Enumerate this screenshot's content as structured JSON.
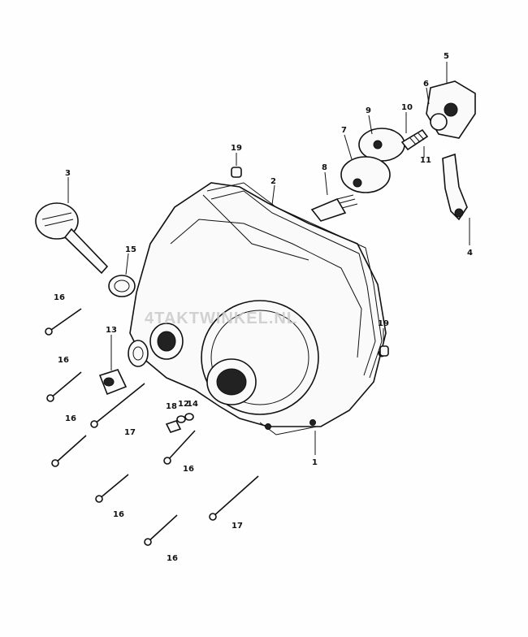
{
  "watermark": "4TAKTWINKEL.NL",
  "callouts": {
    "c1": "1",
    "c2": "2",
    "c3": "3",
    "c4": "4",
    "c5": "5",
    "c6": "6",
    "c7": "7",
    "c8": "8",
    "c9": "9",
    "c10": "10",
    "c11": "11",
    "c12": "12",
    "c13": "13",
    "c14": "14",
    "c15": "15",
    "c16a": "16",
    "c16b": "16",
    "c16c": "16",
    "c16d": "16",
    "c16e": "16",
    "c16f": "16",
    "c17a": "17",
    "c17b": "17",
    "c18": "18",
    "c19a": "19",
    "c19b": "19"
  }
}
